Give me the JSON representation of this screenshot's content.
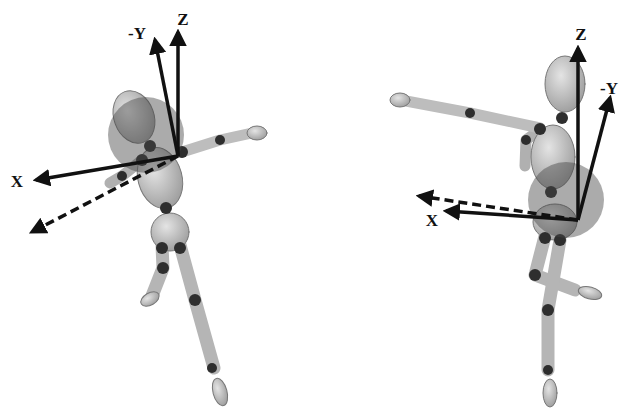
{
  "diagram": {
    "labels": [
      "-Y",
      "Z",
      "X",
      "Z",
      "-Y",
      "X"
    ]
  }
}
